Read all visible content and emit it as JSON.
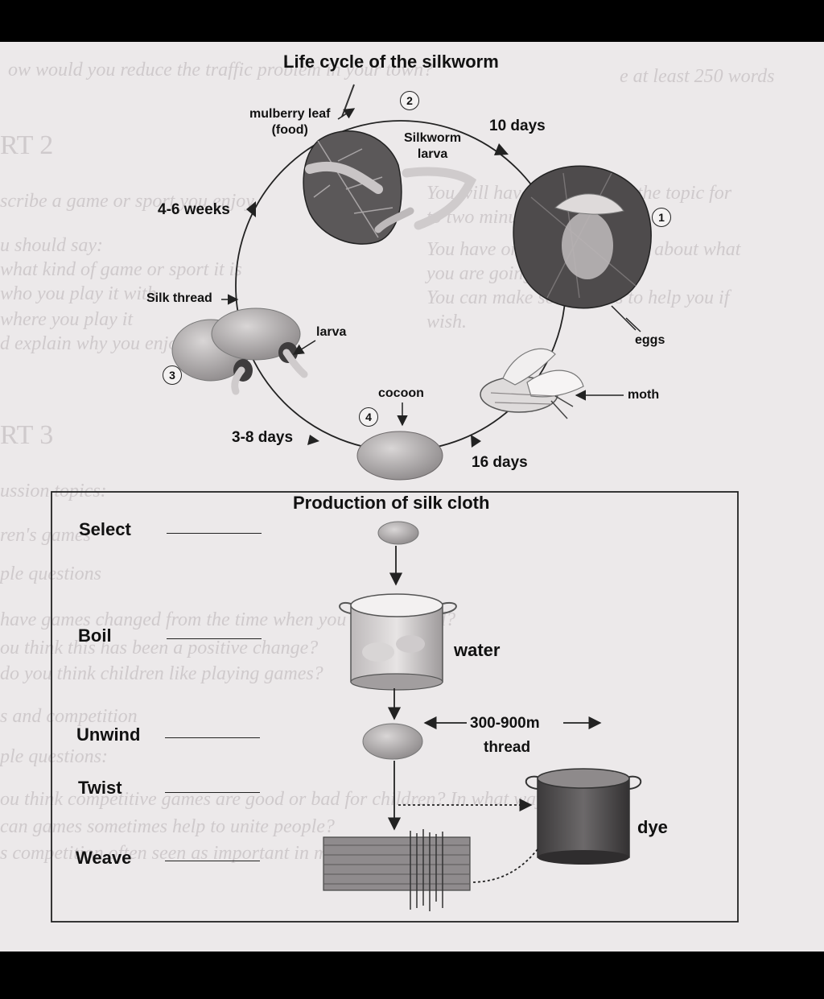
{
  "cycle": {
    "title": "Life cycle of the silkworm",
    "mulberry_label": "mulberry leaf\n(food)",
    "silkworm_label": "Silkworm\nlarva",
    "eggs_label": "eggs",
    "moth_label": "moth",
    "cocoon_label": "cocoon",
    "larva_label": "larva",
    "silk_thread_label": "Silk thread",
    "durations": {
      "ten_days": "10 days",
      "four_six_weeks": "4-6 weeks",
      "three_eight_days": "3-8 days",
      "sixteen_days": "16 days"
    },
    "stages": {
      "one": "1",
      "two": "2",
      "three": "3",
      "four": "4"
    }
  },
  "production": {
    "title": "Production of silk cloth",
    "steps": [
      "Select",
      "Boil",
      "Unwind",
      "Twist",
      "Weave"
    ],
    "water_label": "water",
    "thread_length": "300-900m",
    "thread_label": "thread",
    "dye_label": "dye"
  },
  "colors": {
    "paper": "#ece9ea",
    "ink": "#111111",
    "photo_gray": "#8f8b8d",
    "dark_gray": "#4c4a4b"
  }
}
